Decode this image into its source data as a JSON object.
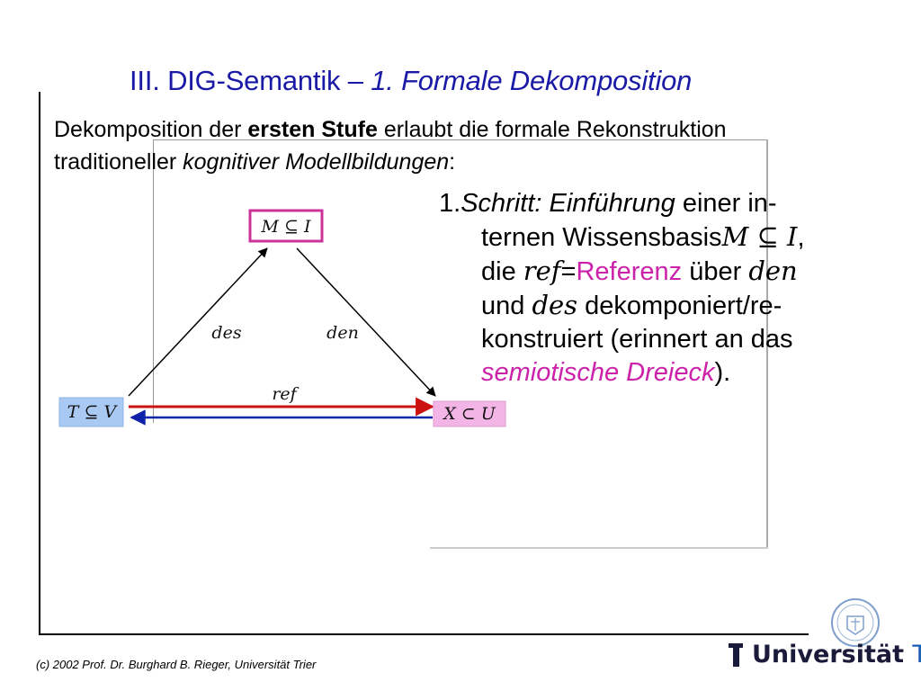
{
  "title": {
    "main": "III. DIG-Semantik – ",
    "italic": "1. Formale Dekomposition"
  },
  "intro": {
    "part1": "Dekomposition der ",
    "bold": "ersten Stufe",
    "part2": " erlaubt die formale Rekonstruktion",
    "part3": "traditioneller ",
    "italic": "kognitiver Modellbildungen",
    "part4": ":"
  },
  "diagram": {
    "top_node": "M ⊆ I",
    "left_node": "T ⊆ V",
    "right_node": "X ⊂ U",
    "left_edge_label": "des",
    "right_edge_label": "den",
    "bottom_edge_label": "ref",
    "colors": {
      "top_node_border": "#cc3399",
      "left_node_fill": "#a9c9f2",
      "right_node_fill": "#f2b5e6",
      "ref_red": "#cc1111",
      "ref_blue": "#1122aa"
    }
  },
  "step": {
    "number": "1.",
    "label": "Schritt: Einführung",
    "l1_rest": " einer in-",
    "l2": "ternen Wissensbasis",
    "l2_math": "M ⊆ I",
    "l2_end": ",",
    "l3_a": "die ",
    "l3_ref": "ref",
    "l3_eq": "=",
    "l3_pink": "Referenz",
    "l3_b": " über ",
    "l3_den": "den",
    "l4_a": "und ",
    "l4_des": "des",
    "l4_b": " dekomponiert/re-",
    "l5": "konstruiert (erinnert an das",
    "l6_pink": "semiotische Dreieck",
    "l6_end": ")."
  },
  "footer": "(c) 2002  Prof. Dr. Burghard B. Rieger, Universität Trier",
  "logo": {
    "name": "Universität",
    "city": "Trier",
    "colors": {
      "navy": "#1a1a3a",
      "blue": "#1a5fb4"
    }
  }
}
